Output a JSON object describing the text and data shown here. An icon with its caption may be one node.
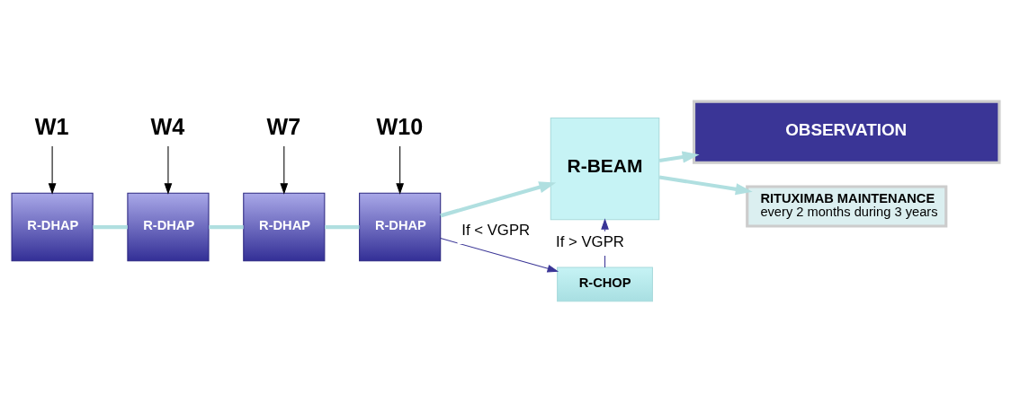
{
  "diagram": {
    "nodes": [
      {
        "text": [
          "W1"
        ]
      },
      {
        "text": [
          "W4"
        ]
      },
      {
        "text": [
          "W7"
        ]
      },
      {
        "text": [
          "W10"
        ]
      },
      {
        "text": [
          "R-DHAP"
        ]
      },
      {
        "text": [
          "R-DHAP"
        ]
      },
      {
        "text": [
          "R-DHAP"
        ]
      },
      {
        "text": [
          "R-DHAP"
        ]
      },
      {
        "text": [
          "R-BEAM"
        ]
      },
      {
        "text": [
          "OBSERVATION"
        ]
      },
      {
        "text": [
          "RITUXIMAB MAINTENANCE",
          "every 2 months during 3 years"
        ]
      },
      {
        "text": [
          "R-CHOP"
        ]
      }
    ],
    "edges": [
      {
        "from": 0,
        "to": 4,
        "arrow": "to",
        "color": "#000000"
      },
      {
        "from": 1,
        "to": 5,
        "arrow": "to",
        "color": "#000000"
      },
      {
        "from": 2,
        "to": 6,
        "arrow": "to",
        "color": "#000000"
      },
      {
        "from": 3,
        "to": 7,
        "arrow": "to",
        "color": "#000000"
      },
      {
        "from": 4,
        "to": 5,
        "arrow": "none",
        "style": "thick"
      },
      {
        "from": 5,
        "to": 6,
        "arrow": "none",
        "style": "thick"
      },
      {
        "from": 6,
        "to": 7,
        "arrow": "none",
        "style": "thick"
      },
      {
        "from": 7,
        "to": 8,
        "arrow": "to",
        "style": "thick"
      },
      {
        "from": 8,
        "to": 9,
        "arrow": "to",
        "style": "thick"
      },
      {
        "from": 8,
        "to": 10,
        "arrow": "to",
        "style": "thick"
      },
      {
        "from": 7,
        "to": 11,
        "arrow": "to",
        "label": "If < VGPR",
        "color": "#3a3596"
      },
      {
        "from": 11,
        "to": 8,
        "arrow": "to",
        "label": "If > VGPR",
        "color": "#3a3596"
      }
    ]
  }
}
